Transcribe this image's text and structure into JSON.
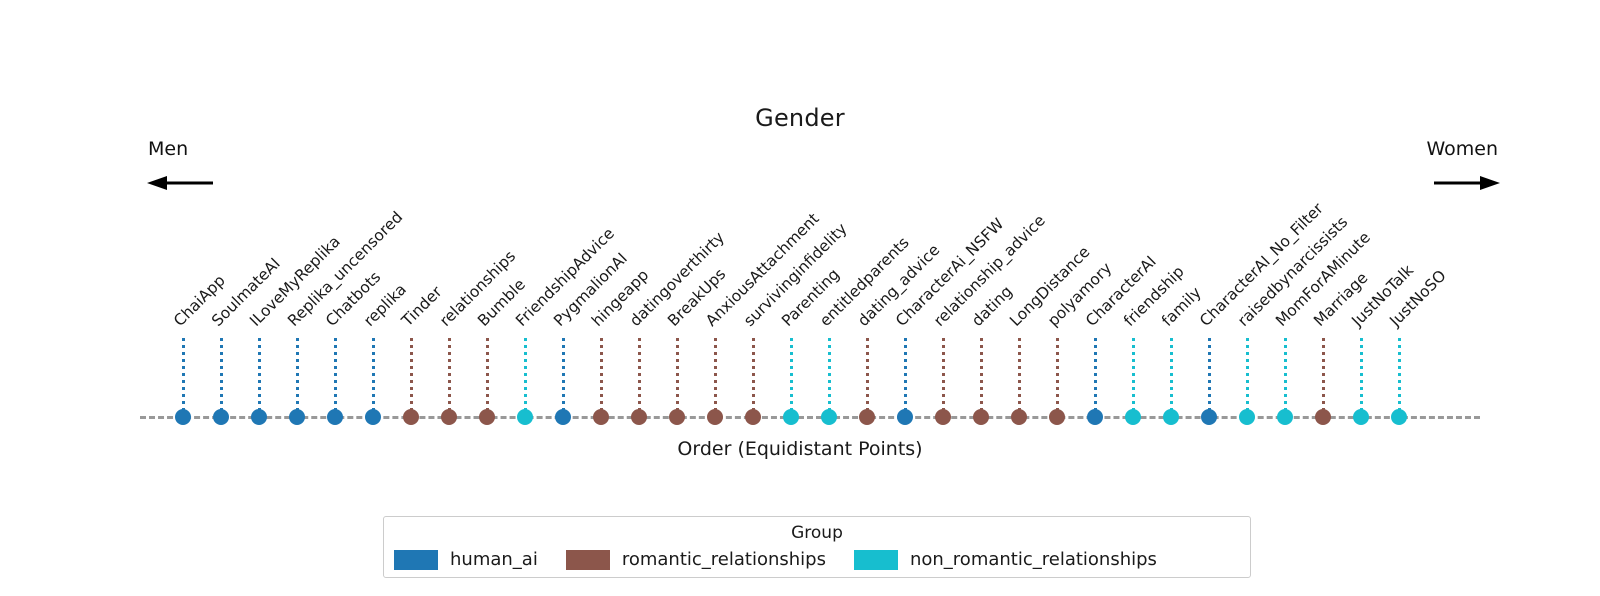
{
  "title": "Gender",
  "annotations": {
    "left_label": "Men",
    "right_label": "Women",
    "left_arrow_icon": "arrow-left-icon",
    "right_arrow_icon": "arrow-right-icon"
  },
  "xaxis_label": "Order (Equidistant Points)",
  "legend": {
    "title": "Group",
    "entries": [
      {
        "label": "human_ai",
        "color": "#1f77b4"
      },
      {
        "label": "romantic_relationships",
        "color": "#8c564b"
      },
      {
        "label": "non_romantic_relationships",
        "color": "#17becf"
      }
    ]
  },
  "colors": {
    "human_ai": "#1f77b4",
    "romantic_relationships": "#8c564b",
    "non_romantic_relationships": "#17becf",
    "baseline": "#999999",
    "text": "#1a1a1a"
  },
  "chart_data": {
    "type": "scatter",
    "title": "Gender",
    "xlabel": "Order (Equidistant Points)",
    "ylabel": "",
    "grid": false,
    "legend_position": "bottom",
    "legend_title": "Group",
    "axis_direction_left": "Men",
    "axis_direction_right": "Women",
    "categories": [
      "ChaiApp",
      "SoulmateAI",
      "ILoveMyReplika",
      "Replika_uncensored",
      "Chatbots",
      "replika",
      "Tinder",
      "relationships",
      "Bumble",
      "FriendshipAdvice",
      "PygmalionAI",
      "hingeapp",
      "datingoverthirty",
      "BreakUps",
      "AnxiousAttachment",
      "survivinginfidelity",
      "Parenting",
      "entitledparents",
      "dating_advice",
      "CharacterAi_NSFW",
      "relationship_advice",
      "dating",
      "LongDistance",
      "polyamory",
      "CharacterAI",
      "friendship",
      "family",
      "CharacterAI_No_Filter",
      "raisedbynarcissists",
      "MomForAMinute",
      "Marriage",
      "JustNoTalk",
      "JustNoSO"
    ],
    "groups": [
      "human_ai",
      "human_ai",
      "human_ai",
      "human_ai",
      "human_ai",
      "human_ai",
      "romantic_relationships",
      "romantic_relationships",
      "romantic_relationships",
      "non_romantic_relationships",
      "human_ai",
      "romantic_relationships",
      "romantic_relationships",
      "romantic_relationships",
      "romantic_relationships",
      "romantic_relationships",
      "non_romantic_relationships",
      "non_romantic_relationships",
      "romantic_relationships",
      "human_ai",
      "romantic_relationships",
      "romantic_relationships",
      "romantic_relationships",
      "romantic_relationships",
      "human_ai",
      "non_romantic_relationships",
      "non_romantic_relationships",
      "human_ai",
      "non_romantic_relationships",
      "non_romantic_relationships",
      "romantic_relationships",
      "non_romantic_relationships",
      "non_romantic_relationships"
    ],
    "x": [
      1,
      2,
      3,
      4,
      5,
      6,
      7,
      8,
      9,
      10,
      11,
      12,
      13,
      14,
      15,
      16,
      17,
      18,
      19,
      20,
      21,
      22,
      23,
      24,
      25,
      26,
      27,
      28,
      29,
      30,
      31,
      32,
      33
    ],
    "values": [
      0,
      0,
      0,
      0,
      0,
      0,
      0,
      0,
      0,
      0,
      0,
      0,
      0,
      0,
      0,
      0,
      0,
      0,
      0,
      0,
      0,
      0,
      0,
      0,
      0,
      0,
      0,
      0,
      0,
      0,
      0,
      0,
      0
    ]
  }
}
